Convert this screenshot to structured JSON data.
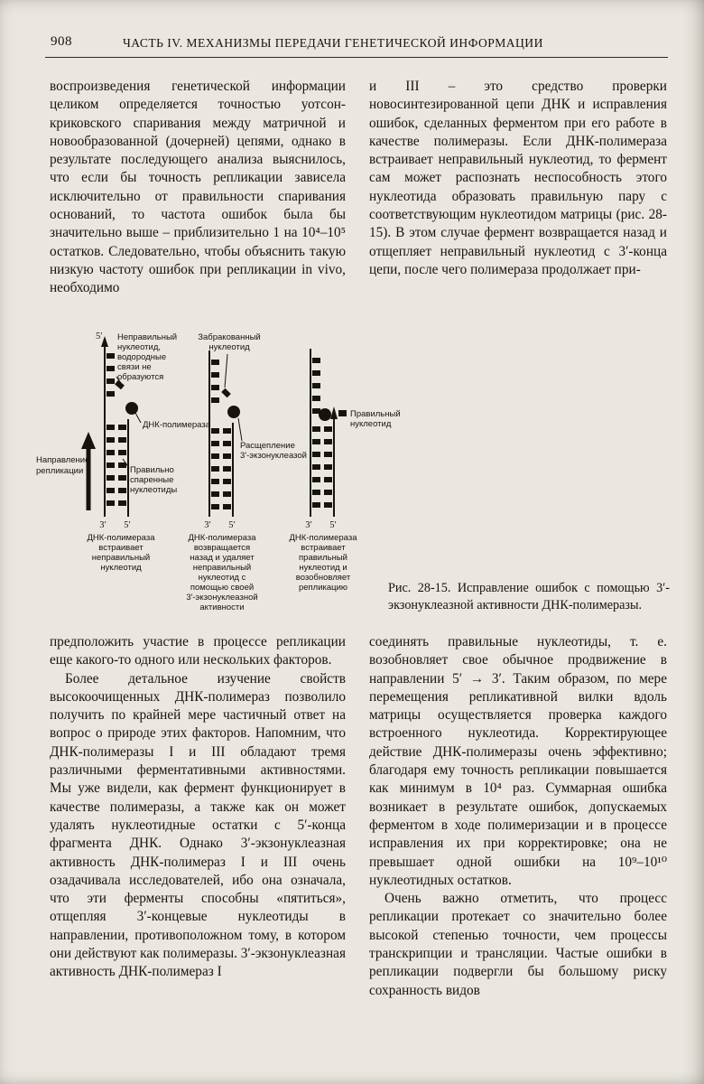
{
  "header": {
    "page_number": "908",
    "title": "ЧАСТЬ IV. МЕХАНИЗМЫ ПЕРЕДАЧИ ГЕНЕТИЧЕСКОЙ ИНФОРМАЦИИ"
  },
  "top": {
    "left": "воспроизведения генетической информации целиком определяется точностью уотсон-криковского спаривания между матричной и новообразованной (дочерней) цепями, однако в результате последующего анализа выяснилось, что если бы точность репликации зависела исключительно от правильности спаривания оснований, то частота ошибок была бы значительно выше – приблизительно 1 на 10⁴–10⁵ остатков. Следовательно, чтобы объяснить такую низкую частоту ошибок при репликации in vivo, необходимо",
    "right": "и III – это средство проверки новосинтезированной цепи ДНК и исправления ошибок, сделанных ферментом при его работе в качестве полимеразы. Если ДНК-полимераза встраивает неправильный нуклеотид, то фермент сам может распознать неспособность этого нуклеотида образовать правильную пару с соответствующим нуклеотидом матрицы (рис. 28-15). В этом случае фермент возвращается назад и отщепляет неправильный нуклеотид с 3′-конца цепи, после чего полимераза продолжает при-"
  },
  "figure": {
    "top_five": "5′",
    "direction": [
      "Направление",
      "репликации"
    ],
    "ends": {
      "three": "3′",
      "five": "5′"
    },
    "d1": {
      "mismatch_label": [
        "Неправильный",
        "нуклеотид,",
        "водородные",
        "связи не",
        "образуются"
      ],
      "polymerase_label": "ДНК-полимераза",
      "paired_label": [
        "Правильно",
        "спаренные",
        "нуклеотиды"
      ],
      "caption": [
        "ДНК-полимераза",
        "встраивает",
        "неправильный",
        "нуклеотид"
      ]
    },
    "d2": {
      "rejected_label": [
        "Забракованный",
        "нуклеотид"
      ],
      "cleavage_label": [
        "Расщепление",
        "3′-экзонуклеазой"
      ],
      "caption": [
        "ДНК-полимераза",
        "возвращается",
        "назад и удаляет",
        "неправильный",
        "нуклеотид с",
        "помощью своей",
        "3′-экзонуклеазной",
        "активности"
      ]
    },
    "d3": {
      "correct_label": [
        "Правильный",
        "нуклеотид"
      ],
      "caption": [
        "ДНК-полимераза",
        "встраивает",
        "правильный",
        "нуклеотид и",
        "возобновляет",
        "репликацию"
      ]
    },
    "caption": "Рис. 28-15. Исправление ошибок с помощью 3′-экзонуклеазной активности ДНК-полимеразы."
  },
  "bottom": {
    "left_p1": "предположить участие в процессе репликации еще какого-то одного или нескольких факторов.",
    "left_p2": "Более детальное изучение свойств высокоочищенных ДНК-полимераз позволило получить по крайней мере частичный ответ на вопрос о природе этих факторов. Напомним, что ДНК-полимеразы I и III обладают тремя различными ферментативными активностями. Мы уже видели, как фермент функционирует в качестве полимеразы, а также как он может удалять нуклеотидные остатки с 5′-конца фрагмента ДНК. Однако 3′-экзонуклеазная активность ДНК-полимераз I и III очень озадачивала исследователей, ибо она означала, что эти ферменты способны «пятиться», отщепляя 3′-концевые нуклеотиды в направлении, противоположном тому, в котором они действуют как полимеразы. 3′-экзонуклеазная активность ДНК-полимераз I",
    "right_p1": "соединять правильные нуклеотиды, т. е. возобновляет свое обычное продвижение в направлении 5′ → 3′. Таким образом, по мере перемещения репликативной вилки вдоль матрицы осуществляется проверка каждого встроенного нуклеотида. Корректирующее действие ДНК-полимеразы очень эффективно; благодаря ему точность репликации повышается как минимум в 10⁴ раз. Суммарная ошибка возникает в результате ошибок, допускаемых ферментом в ходе полимеризации и в процессе исправления их при корректировке; она не превышает одной ошибки на 10⁹–10¹⁰ нуклеотидных остатков.",
    "right_p2": "Очень важно отметить, что процесс репликации протекает со значительно более высокой степенью точности, чем процессы транскрипции и трансляции. Частые ошибки в репликации подвергли бы большому риску сохранность видов"
  }
}
